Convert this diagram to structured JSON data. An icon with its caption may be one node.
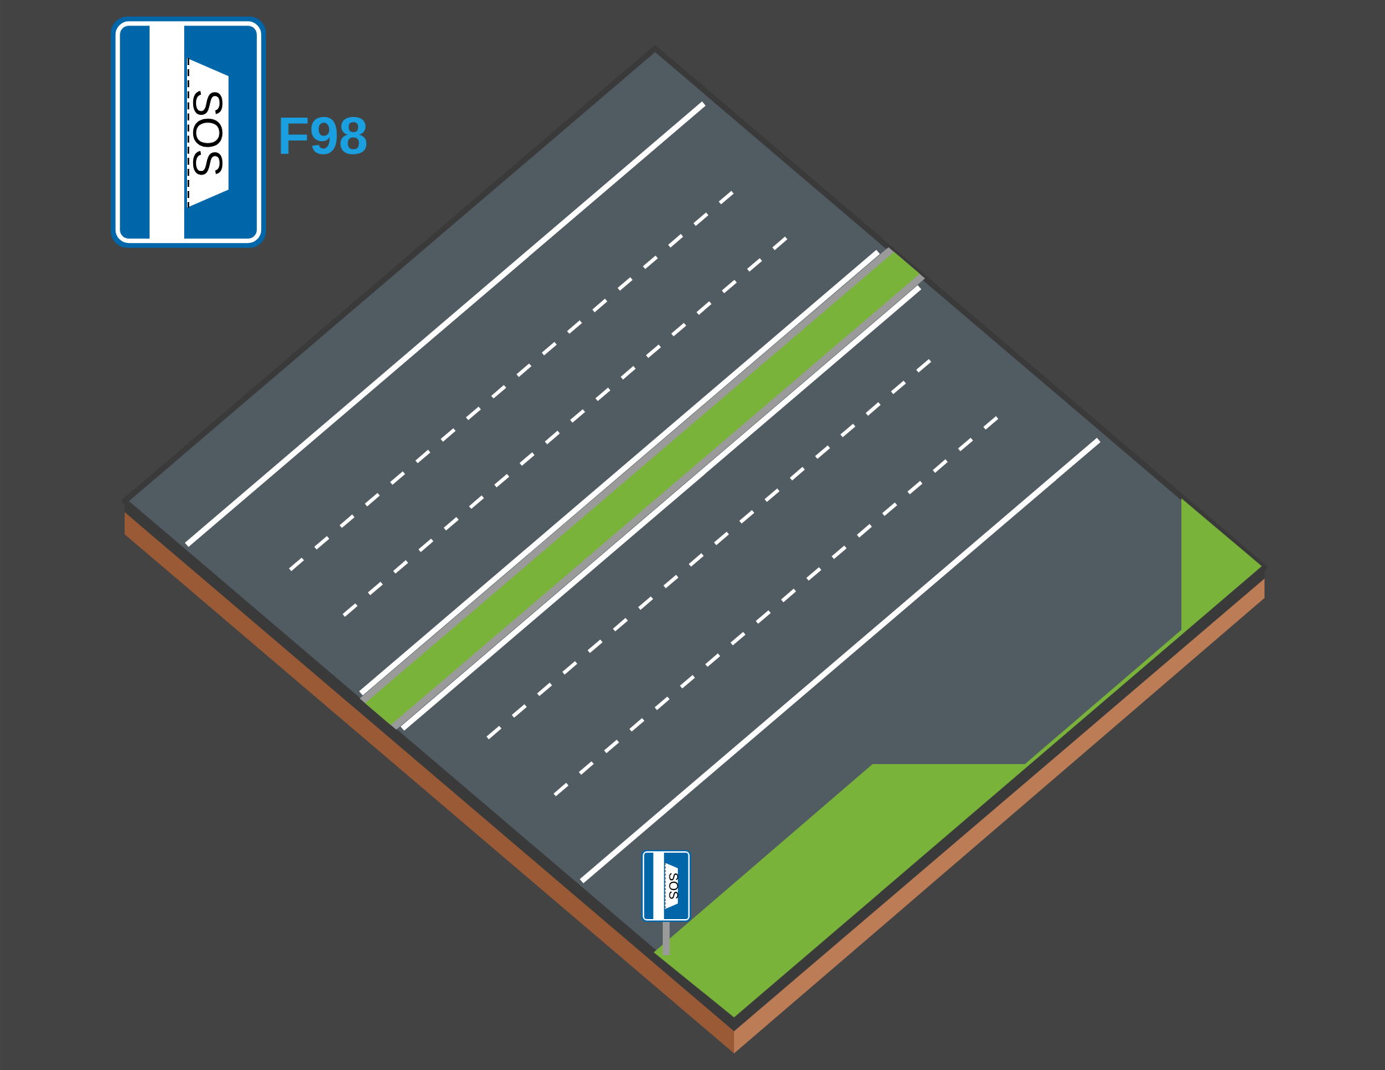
{
  "diagram": {
    "labels": [
      "SOS",
      "F98",
      "SOS"
    ]
  }
}
